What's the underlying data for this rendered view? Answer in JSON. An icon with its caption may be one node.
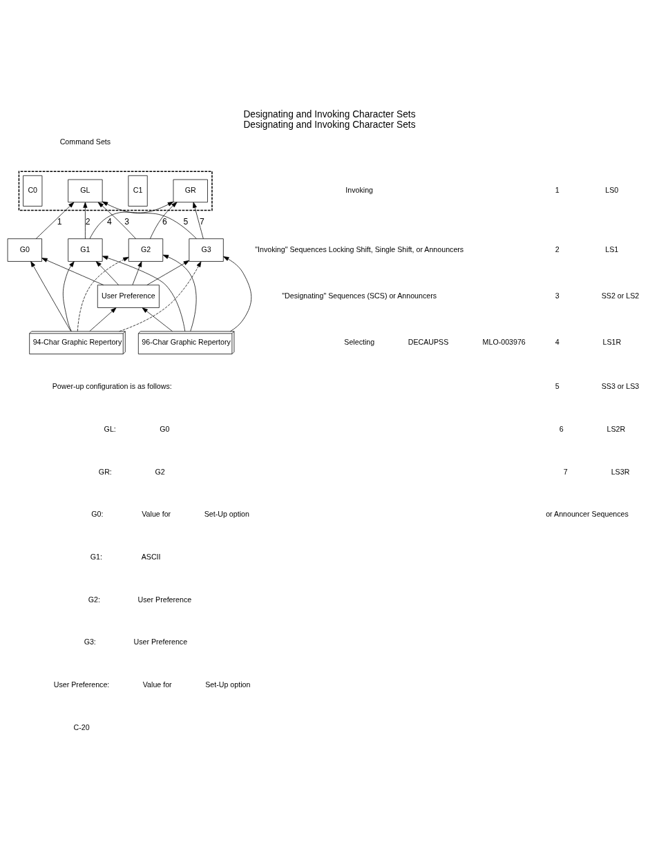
{
  "diagram": {
    "title": "Designating and Invoking Character Sets",
    "caption": "Designating and Invoking Character Sets",
    "nodes": [
      {
        "text": [],
        "shape": "box"
      },
      {
        "text": [
          "C0"
        ],
        "in": 0
      },
      {
        "text": [
          "GL"
        ],
        "in": 0
      },
      {
        "text": [
          "C1"
        ],
        "in": 0
      },
      {
        "text": [
          "GR"
        ],
        "in": 0
      },
      {
        "text": [
          "G0"
        ]
      },
      {
        "text": [
          "G1"
        ]
      },
      {
        "text": [
          "G2"
        ]
      },
      {
        "text": [
          "G3"
        ]
      },
      {
        "text": [
          "94-Char Graphic Repertory"
        ]
      },
      {
        "text": [
          "96-Char Graphic Repertory"
        ]
      },
      {
        "text": [
          "User Preference"
        ]
      }
    ],
    "edges": [
      {
        "from": 5,
        "to": 2,
        "arrow": "to",
        "label": "1"
      },
      {
        "from": 6,
        "to": 2,
        "arrow": "to",
        "label": "2"
      },
      {
        "from": 7,
        "to": 2,
        "arrow": "to",
        "label": "3"
      },
      {
        "from": 6,
        "to": 4,
        "arrow": "to",
        "label": "4"
      },
      {
        "from": 8,
        "to": 2,
        "arrow": "to",
        "label": "5"
      },
      {
        "from": 7,
        "to": 4,
        "arrow": "to",
        "label": "6"
      },
      {
        "from": 8,
        "to": 4,
        "arrow": "to",
        "label": "7"
      },
      {
        "from": 9,
        "to": 5,
        "arrow": "to"
      },
      {
        "from": 9,
        "to": 6,
        "arrow": "to"
      },
      {
        "from": 9,
        "to": 7,
        "arrow": "to",
        "style": "dashed"
      },
      {
        "from": 9,
        "to": 8,
        "arrow": "to",
        "style": "dashed"
      },
      {
        "from": 10,
        "to": 6,
        "arrow": "to"
      },
      {
        "from": 10,
        "to": 7,
        "arrow": "to"
      },
      {
        "from": 10,
        "to": 8,
        "arrow": "to"
      },
      {
        "from": 11,
        "to": 5,
        "arrow": "to"
      },
      {
        "from": 11,
        "to": 6,
        "arrow": "to"
      },
      {
        "from": 11,
        "to": 7,
        "arrow": "to"
      },
      {
        "from": 11,
        "to": 8,
        "arrow": "to"
      },
      {
        "from": 9,
        "to": 11,
        "arrow": "to"
      },
      {
        "from": 10,
        "to": 11,
        "arrow": "to"
      }
    ],
    "labels": [
      "Command Sets",
      "Invoking",
      "1",
      "LS0",
      "2",
      "LS1",
      "3",
      "SS2 or LS2",
      "4",
      "LS1R",
      "5",
      "SS3 or LS3",
      "6",
      "LS2R",
      "7",
      "LS3R",
      "or Announcer Sequences",
      "\"Invoking\" Sequences Locking Shift, Single Shift, or Announcers",
      "\"Designating\" Sequences (SCS) or Announcers",
      "Selecting",
      "DECAUPSS",
      "MLO-003976",
      "Power-up configuration is as follows:",
      "GL:",
      "G0",
      "GR:",
      "G2",
      "G0:",
      "Value for",
      "Set-Up option",
      "G1:",
      "ASCII",
      "G2:",
      "User Preference",
      "G3:",
      "User Preference",
      "User Preference:",
      "Value for",
      "Set-Up option",
      "C-20"
    ]
  }
}
